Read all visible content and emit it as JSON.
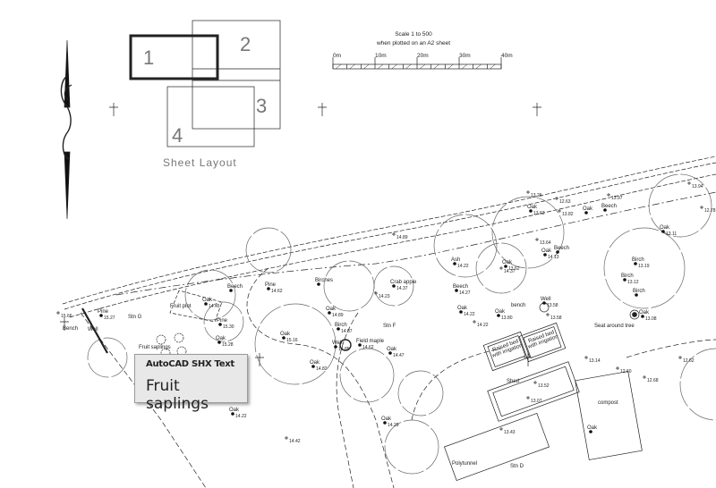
{
  "sheet_layout": {
    "title": "Sheet Layout",
    "sheets": [
      "1",
      "2",
      "3",
      "4"
    ]
  },
  "scale_bar": {
    "title": "Scale 1 to 500",
    "subtitle": "when plotted on an A2 sheet",
    "ticks": [
      "0m",
      "10m",
      "20m",
      "30m",
      "40m"
    ]
  },
  "tooltip": {
    "title": "AutoCAD SHX Text",
    "text": "Fruit saplings"
  },
  "labels": {
    "fruit_plot": "Fruit plot",
    "fruit_saplings": "Fruit saplings",
    "stn_g": "Stn G",
    "stn_f": "Stn F",
    "stn_d": "Stn D",
    "seat": "Seat around tree",
    "raised_bed_1": "Raised bed with irrigation",
    "raised_bed_2": "Raised bed with irrigation",
    "shed": "Shed",
    "polytunnel": "Polytunnel",
    "compost": "compost",
    "bench_left": "Bench",
    "well_left": "Well",
    "bench_mid": "bench"
  },
  "trees": [
    {
      "name": "Oak",
      "level": "14.45"
    },
    {
      "name": "Beech",
      "level": ""
    },
    {
      "name": "Pine",
      "level": "15.27"
    },
    {
      "name": "Pine",
      "level": "15.30"
    },
    {
      "name": "Oak",
      "level": "15.28"
    },
    {
      "name": "Oak",
      "level": "15.16"
    },
    {
      "name": "Birches",
      "level": ""
    },
    {
      "name": "Oak",
      "level": "14.89"
    },
    {
      "name": "Birch",
      "level": "14.87"
    },
    {
      "name": "Well",
      "level": "14.85"
    },
    {
      "name": "Oak",
      "level": "14.82"
    },
    {
      "name": "Oak",
      "level": "13.63"
    },
    {
      "name": "Oak",
      "level": ""
    },
    {
      "name": "Beech",
      "level": ""
    },
    {
      "name": "Oak",
      "level": "13.11"
    },
    {
      "name": "Ash",
      "level": "14.22"
    },
    {
      "name": "Oak",
      "level": "14.13"
    },
    {
      "name": "Beech",
      "level": ""
    },
    {
      "name": "Oak",
      "level": "13.62"
    },
    {
      "name": "Crab apple",
      "level": "14.37"
    },
    {
      "name": "Beech",
      "level": "14.27"
    },
    {
      "name": "Oak",
      "level": "14.22"
    },
    {
      "name": "Oak",
      "level": "13.80"
    },
    {
      "name": "Well",
      "level": "13.58"
    },
    {
      "name": "Birch",
      "level": "13.19"
    },
    {
      "name": "Birch",
      "level": "13.12"
    },
    {
      "name": "Birch",
      "level": ""
    },
    {
      "name": "Oak",
      "level": "13.08"
    },
    {
      "name": "Field maple",
      "level": "14.62"
    },
    {
      "name": "Oak",
      "level": "14.47"
    },
    {
      "name": "Oak",
      "level": "14.22"
    },
    {
      "name": "Oak",
      "level": "14.29"
    },
    {
      "name": "Oak",
      "level": ""
    },
    {
      "name": "Pine",
      "level": "14.62"
    }
  ],
  "spot_levels": [
    "15.66",
    "14.89",
    "13.97",
    "13.82",
    "13.94",
    "13.58",
    "13.26",
    "12.78",
    "13.64",
    "14.23",
    "14.22",
    "14.37",
    "13.07",
    "13.52",
    "14.42",
    "12.60",
    "13.14",
    "12.68",
    "12.62",
    "13.43",
    "12.63"
  ]
}
